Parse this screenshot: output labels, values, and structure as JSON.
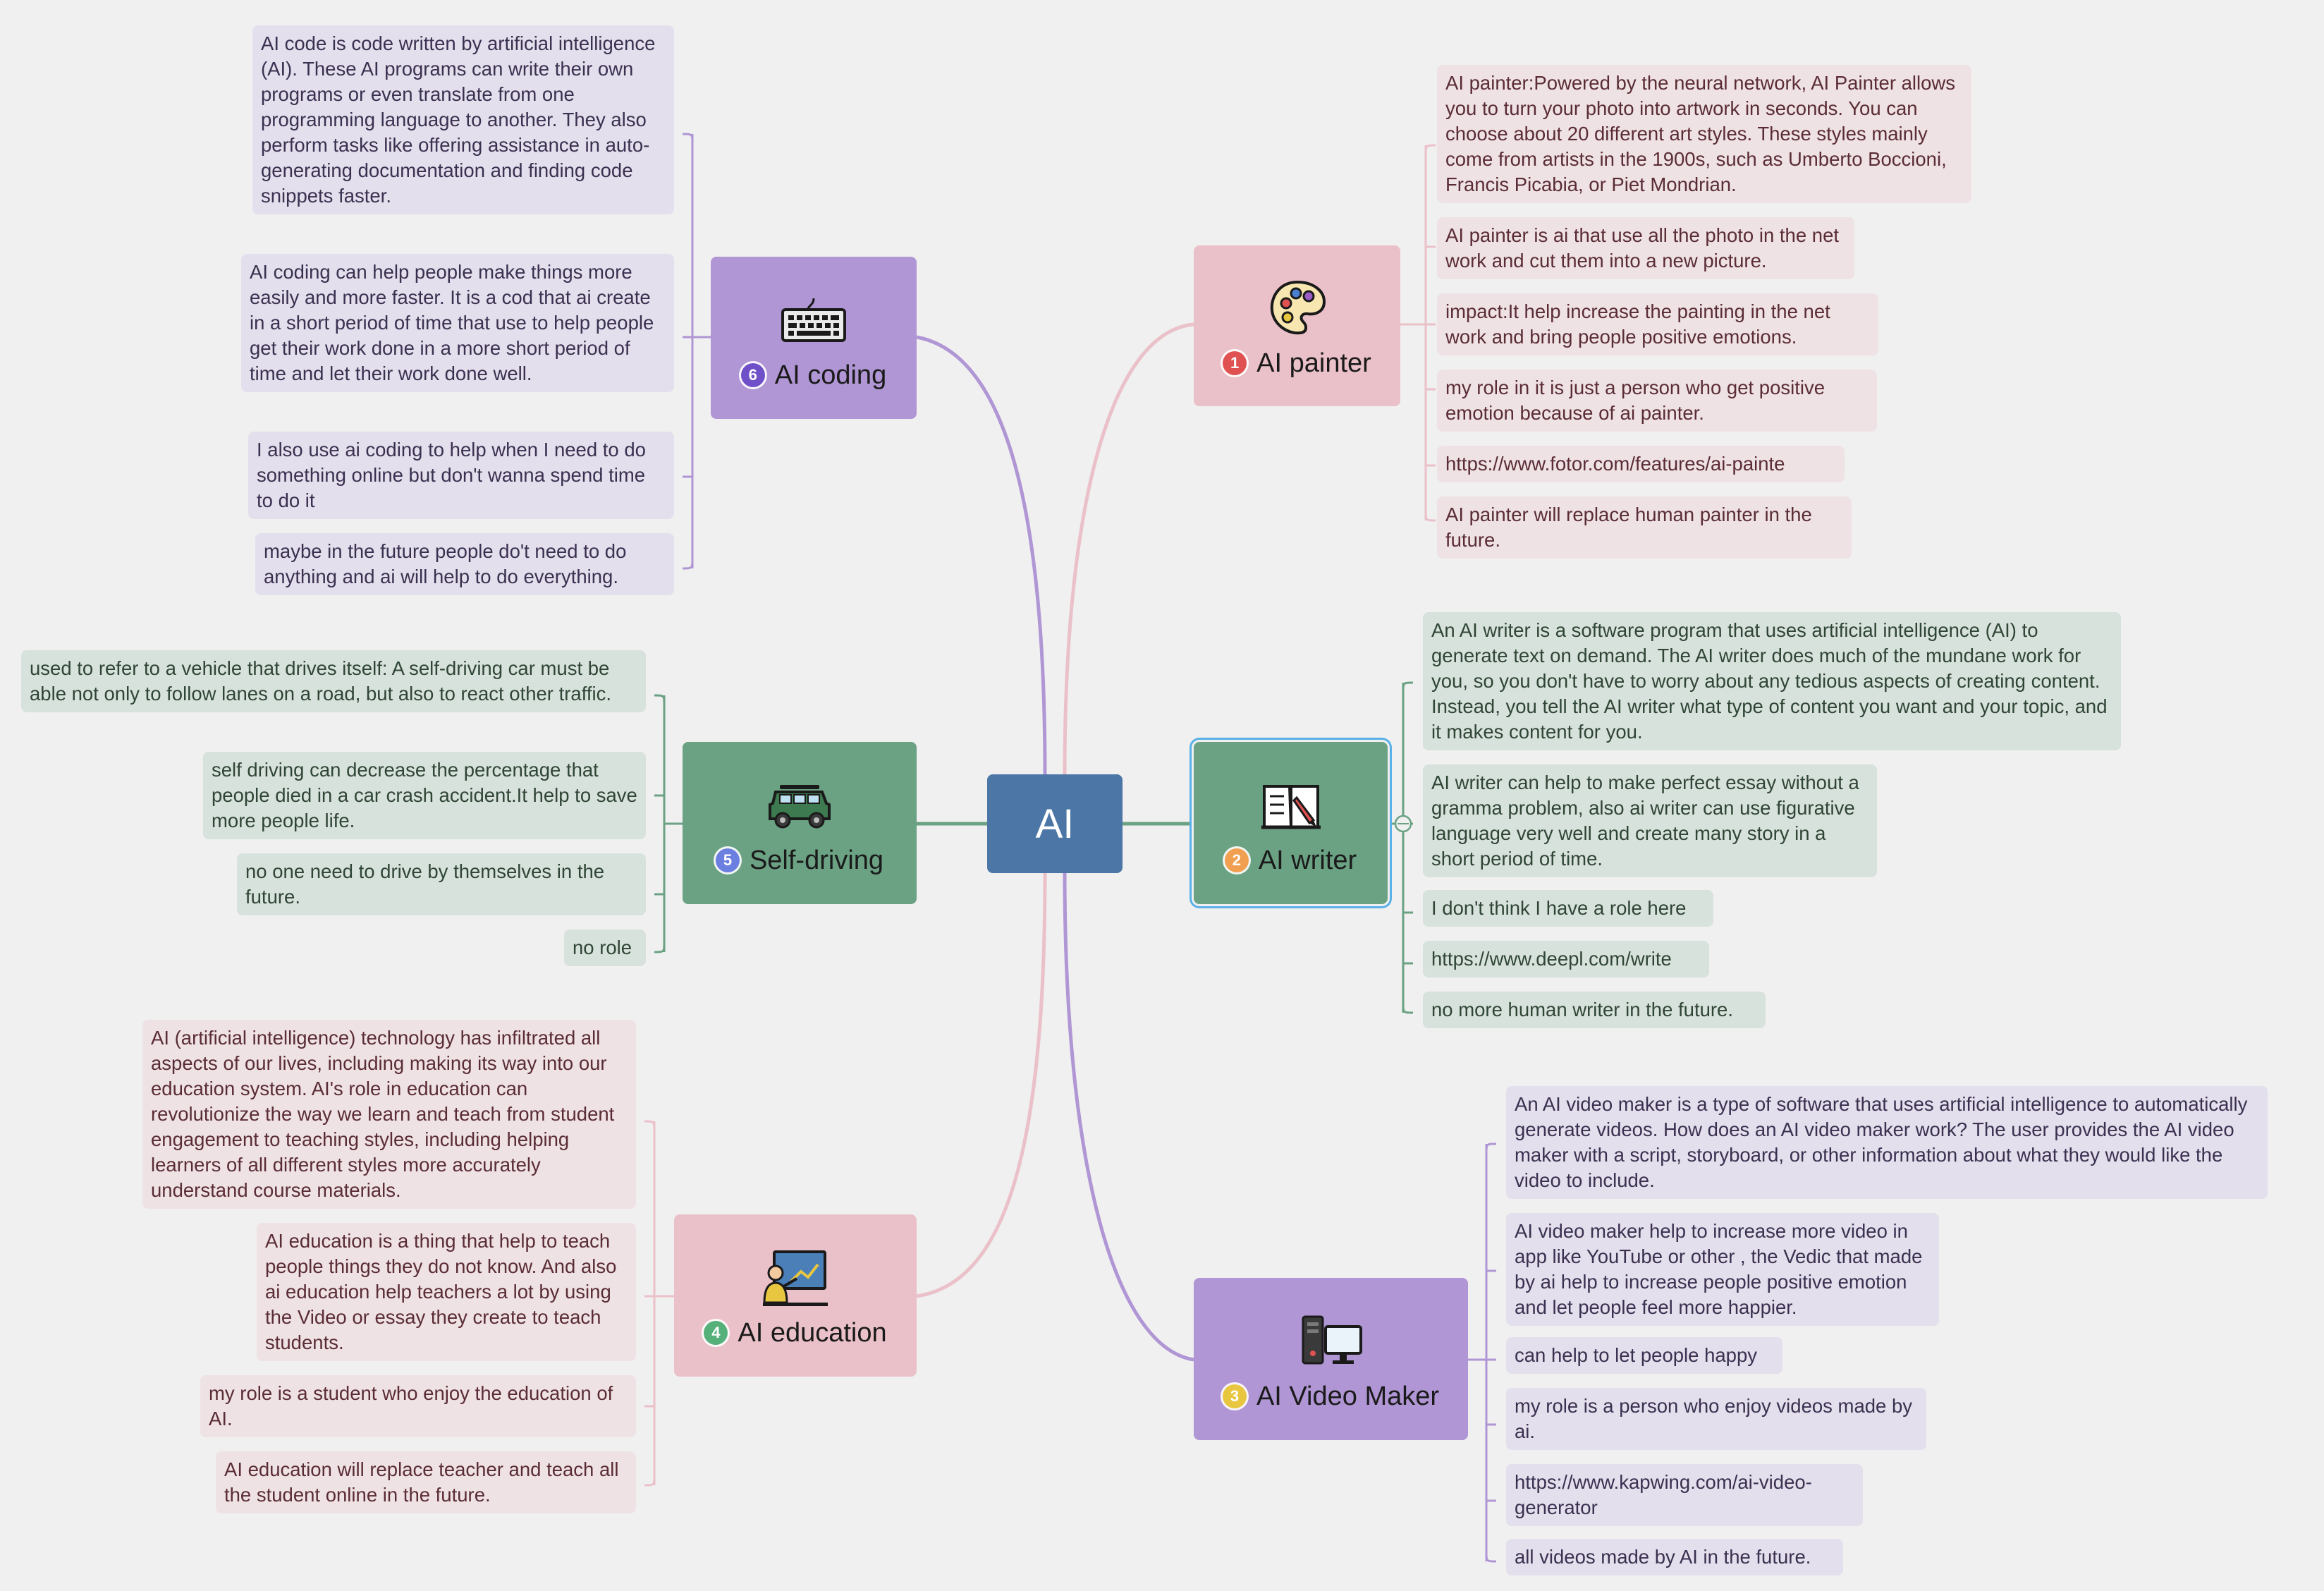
{
  "central": {
    "label": "AI"
  },
  "colors": {
    "central": "#4b76a6",
    "painter": "#ebc1c9",
    "writer": "#6ba283",
    "video": "#b096d4",
    "education": "#ebc1c9",
    "selfdriving": "#6ba283",
    "coding": "#b096d4"
  },
  "topics": {
    "painter": {
      "number": "1",
      "label": "AI painter",
      "icon": "palette-icon",
      "badge_color": "#e05252",
      "notes": [
        "AI painter:Powered by the neural network, AI Painter allows you to turn your photo into artwork in seconds. You can choose about 20 different art styles. These styles mainly come from artists in the 1900s, such as Umberto Boccioni, Francis Picabia, or Piet Mondrian.",
        "AI painter is ai that use all the photo in the net work and cut them into a new picture.",
        "impact:It help increase the painting in the net work and bring people positive emotions.",
        "my role in it is just a person who get positive emotion because of ai painter.",
        "https://www.fotor.com/features/ai-painte",
        "AI painter will replace human painter in the future."
      ]
    },
    "writer": {
      "number": "2",
      "label": "AI writer",
      "icon": "book-pen-icon",
      "badge_color": "#f0a050",
      "notes": [
        "An AI writer is a software program that uses artificial intelligence (AI) to generate text on demand. The AI writer does much of the mundane work for you, so you don't have to worry about any tedious aspects of creating content. Instead, you tell the AI writer what type of content you want and your topic, and it makes content for you.",
        "AI writer can help to make perfect essay without a gramma problem, also ai writer can use figurative language very well and create many story in a short period of time.",
        "I don't think I have a role here",
        "https://www.deepl.com/write",
        "no more human writer in the future."
      ]
    },
    "video": {
      "number": "3",
      "label": "AI Video Maker",
      "icon": "computer-icon",
      "badge_color": "#e8c640",
      "notes": [
        "An AI video maker is a type of software that uses artificial intelligence to automatically generate videos. How does an AI video maker work? The user provides the AI video maker with a script, storyboard, or other information about what they would like the video to include.",
        "AI video maker help to increase more video in app like YouTube or other , the Vedic that made by ai help to increase people positive emotion and let people feel more happier.",
        "can help to let people happy",
        "my role is a person who enjoy videos made by ai.",
        "https://www.kapwing.com/ai-video-generator",
        "all videos made by AI in the future."
      ]
    },
    "education": {
      "number": "4",
      "label": "AI education",
      "icon": "teacher-icon",
      "badge_color": "#55b07a",
      "notes": [
        "AI (artificial intelligence) technology has infiltrated all aspects of our lives, including making its way into our education system. AI's role in education can revolutionize the way we learn and teach from student engagement to teaching styles, including helping learners of all different styles more accurately understand course materials.",
        "AI education is a thing that help to teach people things they do not know. And also ai education help teachers a lot by using the Video or essay they create to teach students.",
        "my role is a student who enjoy the education of AI.",
        "AI education will replace teacher and teach all the student online in the future."
      ]
    },
    "selfdriving": {
      "number": "5",
      "label": "Self-driving",
      "icon": "jeep-icon",
      "badge_color": "#6a7fe0",
      "notes": [
        "used to refer to a vehicle that drives itself: A self-driving car must be able not only to follow lanes on a road, but also to react other traffic.",
        "self driving can decrease the percentage that people died in a car crash accident.It help to save more people life.",
        "no one need to drive by themselves in the future.",
        "no role"
      ]
    },
    "coding": {
      "number": "6",
      "label": "AI coding",
      "icon": "keyboard-icon",
      "badge_color": "#7050c8",
      "notes": [
        "AI code is code written by artificial intelligence (AI). These AI programs can write their own programs or even translate from one programming language to another. They also perform tasks like offering assistance in auto-generating documentation and finding code snippets faster.",
        "AI coding can help people make things more easily and more faster. It is a cod that ai create in a short period of time that use to help people get their work done in a more short period of time and let their work done well.",
        "I also use ai coding to help when I need to do something online but don't wanna spend time to do it",
        "maybe in the future people do't need to do anything and ai will help to do everything."
      ]
    }
  }
}
